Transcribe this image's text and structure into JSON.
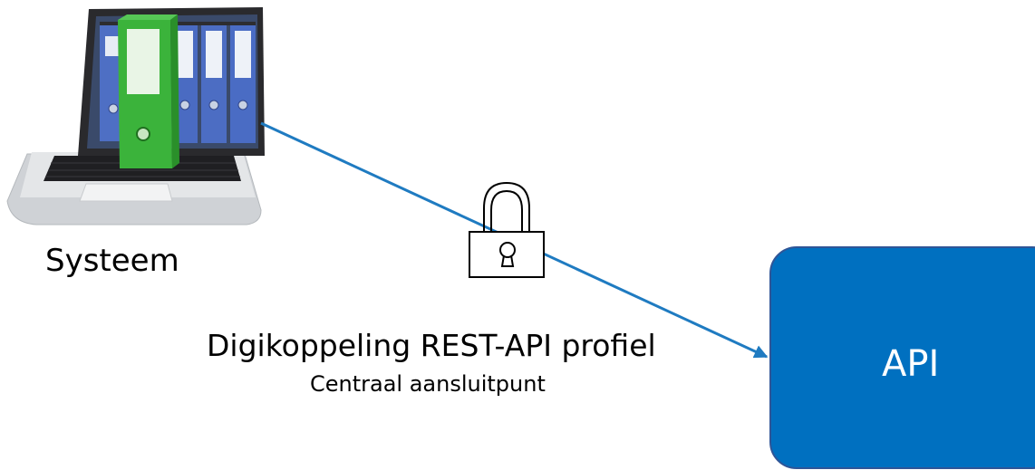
{
  "nodes": {
    "system": {
      "label": "Systeem",
      "icon": "laptop-with-binders-icon"
    },
    "api": {
      "label": "API",
      "fill": "#0070c0",
      "border": "#2f5597"
    }
  },
  "connection": {
    "title": "Digikoppeling REST-API profiel",
    "subtitle": "Centraal aansluitpunt",
    "icon": "padlock-icon",
    "color": "#1f7bc1"
  }
}
